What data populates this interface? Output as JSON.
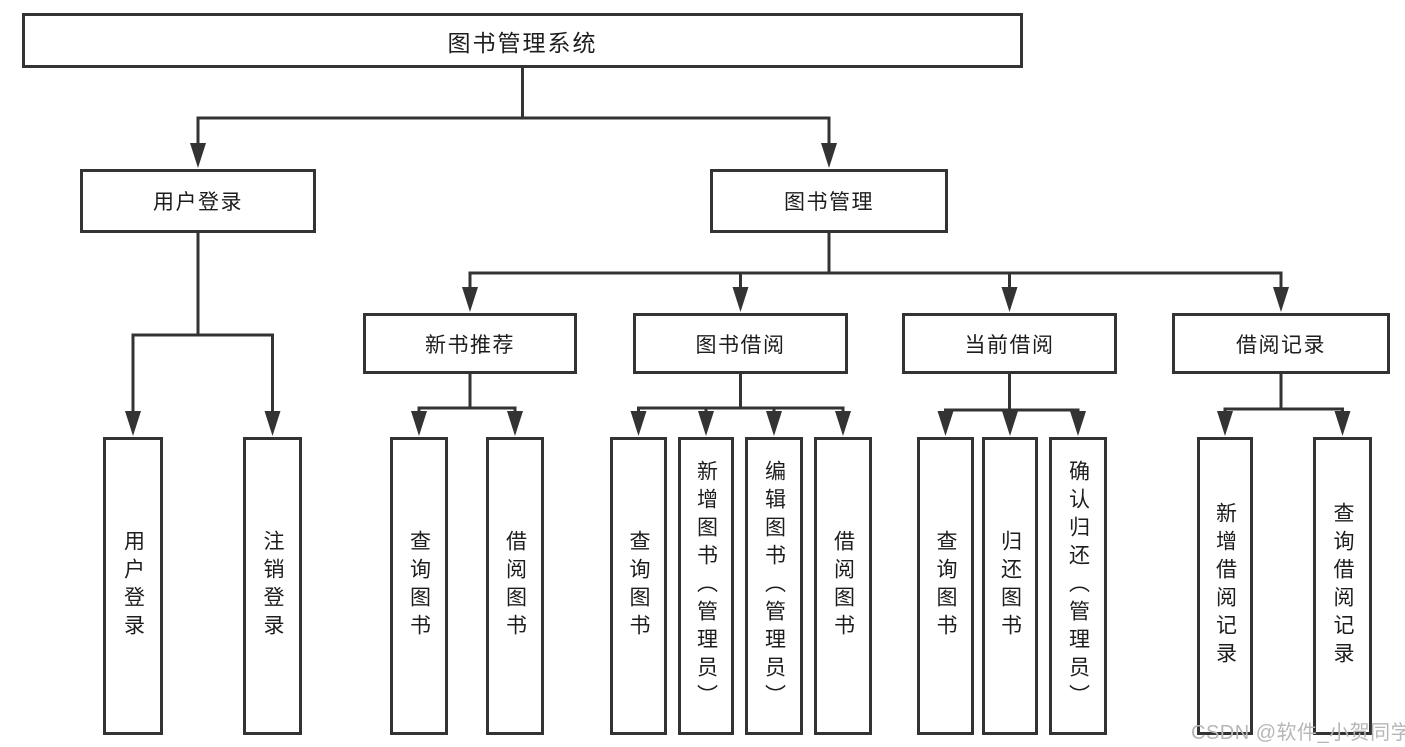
{
  "tree": {
    "id": "root",
    "label": "图书管理系统",
    "children": [
      {
        "id": "user-login",
        "label": "用户登录",
        "children": [
          {
            "id": "leaf-user-login",
            "label": "用户登录"
          },
          {
            "id": "leaf-logout",
            "label": "注销登录"
          }
        ]
      },
      {
        "id": "book-mgmt",
        "label": "图书管理",
        "children": [
          {
            "id": "new-book-rec",
            "label": "新书推荐",
            "children": [
              {
                "id": "leaf-nb-query",
                "label": "查询图书"
              },
              {
                "id": "leaf-nb-borrow",
                "label": "借阅图书"
              }
            ]
          },
          {
            "id": "book-borrow",
            "label": "图书借阅",
            "children": [
              {
                "id": "leaf-bb-query",
                "label": "查询图书"
              },
              {
                "id": "leaf-bb-add",
                "label": "新增图书（管理员）"
              },
              {
                "id": "leaf-bb-edit",
                "label": "编辑图书（管理员）"
              },
              {
                "id": "leaf-bb-borrow",
                "label": "借阅图书"
              }
            ]
          },
          {
            "id": "current-borrow",
            "label": "当前借阅",
            "children": [
              {
                "id": "leaf-cb-query",
                "label": "查询图书"
              },
              {
                "id": "leaf-cb-return",
                "label": "归还图书"
              },
              {
                "id": "leaf-cb-confirm",
                "label": "确认归还（管理员）"
              }
            ]
          },
          {
            "id": "borrow-record",
            "label": "借阅记录",
            "children": [
              {
                "id": "leaf-br-add",
                "label": "新增借阅记录"
              },
              {
                "id": "leaf-br-query",
                "label": "查询借阅记录"
              }
            ]
          }
        ]
      }
    ]
  },
  "watermark": "CSDN @软件_小贺同学",
  "colors": {
    "line": "#333333",
    "text": "#1d1d1f",
    "watermark": "#b7b7b7",
    "background": "#ffffff"
  }
}
